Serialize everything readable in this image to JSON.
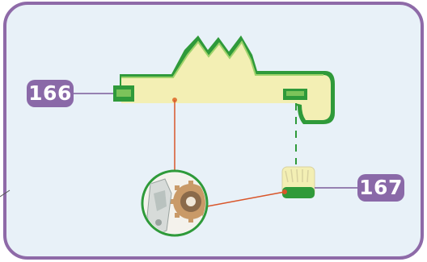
{
  "part_labels": [
    {
      "id": "166",
      "text": "166"
    },
    {
      "id": "167",
      "text": "167"
    }
  ],
  "colors": {
    "frame": "#8e6aa8",
    "panel": "#e8f1f8",
    "part_fill": "#f3efb4",
    "part_edge": "#2f9a3a",
    "label_bg": "#8a69a8",
    "leader_line": "#d9562a",
    "dash_line": "#2f9a3a"
  }
}
